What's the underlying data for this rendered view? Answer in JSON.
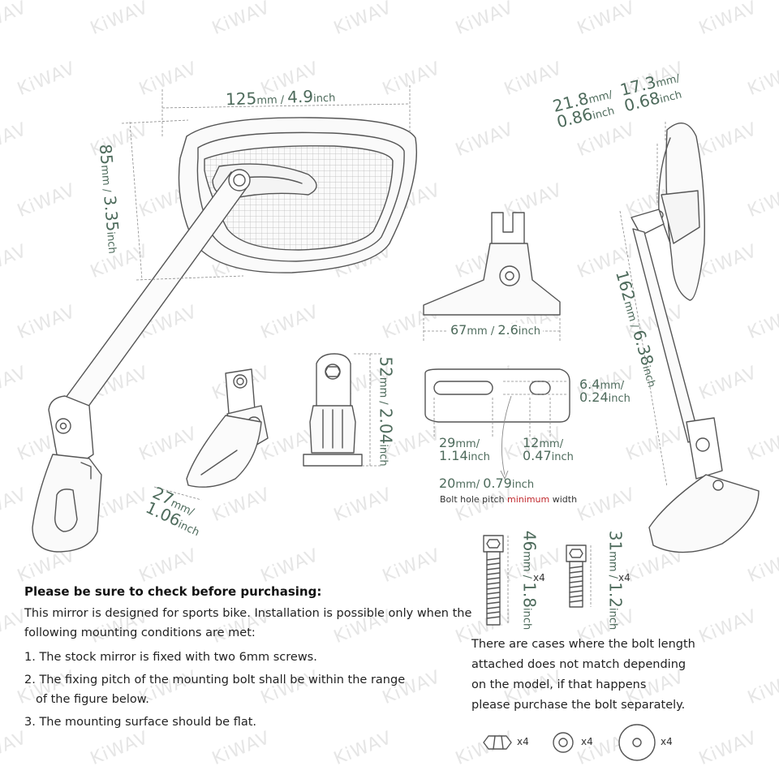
{
  "brand": {
    "watermark": "KiWAV"
  },
  "dimensions": {
    "width": {
      "value": "125",
      "unit": "mm",
      "value2": "4.9",
      "unit2": "inch"
    },
    "height": {
      "value": "85",
      "unit": "mm",
      "value2": "3.35",
      "unit2": "inch"
    },
    "base_width": {
      "value": "27",
      "unit": "mm",
      "value2": "1.06",
      "unit2": "inch"
    },
    "mount_height": {
      "value": "52",
      "unit": "mm",
      "value2": "2.04",
      "unit2": "inch"
    },
    "bracket_width": {
      "value": "67",
      "unit": "mm",
      "value2": "2.6",
      "unit2": "inch"
    },
    "slot_width": {
      "value": "6.4",
      "unit": "mm",
      "value2": "0.24",
      "unit2": "inch"
    },
    "slot_left": {
      "value": "29",
      "unit": "mm",
      "value2": "1.14",
      "unit2": "inch"
    },
    "slot_right": {
      "value": "12",
      "unit": "mm",
      "value2": "0.47",
      "unit2": "inch"
    },
    "pitch_min": {
      "value": "20",
      "unit": "mm",
      "value2": "0.79",
      "unit2": "inch"
    },
    "pitch_caption_a": "Bolt hole pitch",
    "pitch_caption_red": "minimum",
    "pitch_caption_b": "width",
    "side_a": {
      "value": "21.8",
      "unit": "mm",
      "value2": "0.86",
      "unit2": "inch"
    },
    "side_b": {
      "value": "17.3",
      "unit": "mm",
      "value2": "0.68",
      "unit2": "inch"
    },
    "total_length": {
      "value": "162",
      "unit": "mm",
      "value2": "6.38",
      "unit2": "inch"
    },
    "bolt_long": {
      "value": "46",
      "unit": "mm",
      "value2": "1.8",
      "unit2": "inch",
      "qty": "x4"
    },
    "bolt_short": {
      "value": "31",
      "unit": "mm",
      "value2": "1.2",
      "unit2": "inch",
      "qty": "x4"
    }
  },
  "hardware": {
    "nut_qty": "x4",
    "washer_small_qty": "x4",
    "washer_large_qty": "x4"
  },
  "notes": {
    "heading": "Please be sure to check before purchasing:",
    "intro_1": "This mirror is designed for sports bike. Installation is possible only when the",
    "intro_2": "following mounting conditions are met:",
    "item_1": "1. The stock mirror is fixed with two 6mm screws.",
    "item_2a": "2. The fixing pitch of the mounting bolt shall be within the range",
    "item_2b": "of the figure below.",
    "item_3": "3. The mounting surface should be flat."
  },
  "side_note": {
    "line_1": "There are cases where the bolt length",
    "line_2": "attached does not match depending",
    "line_3": "on the model, if that happens",
    "line_4": "please purchase the bolt separately."
  }
}
